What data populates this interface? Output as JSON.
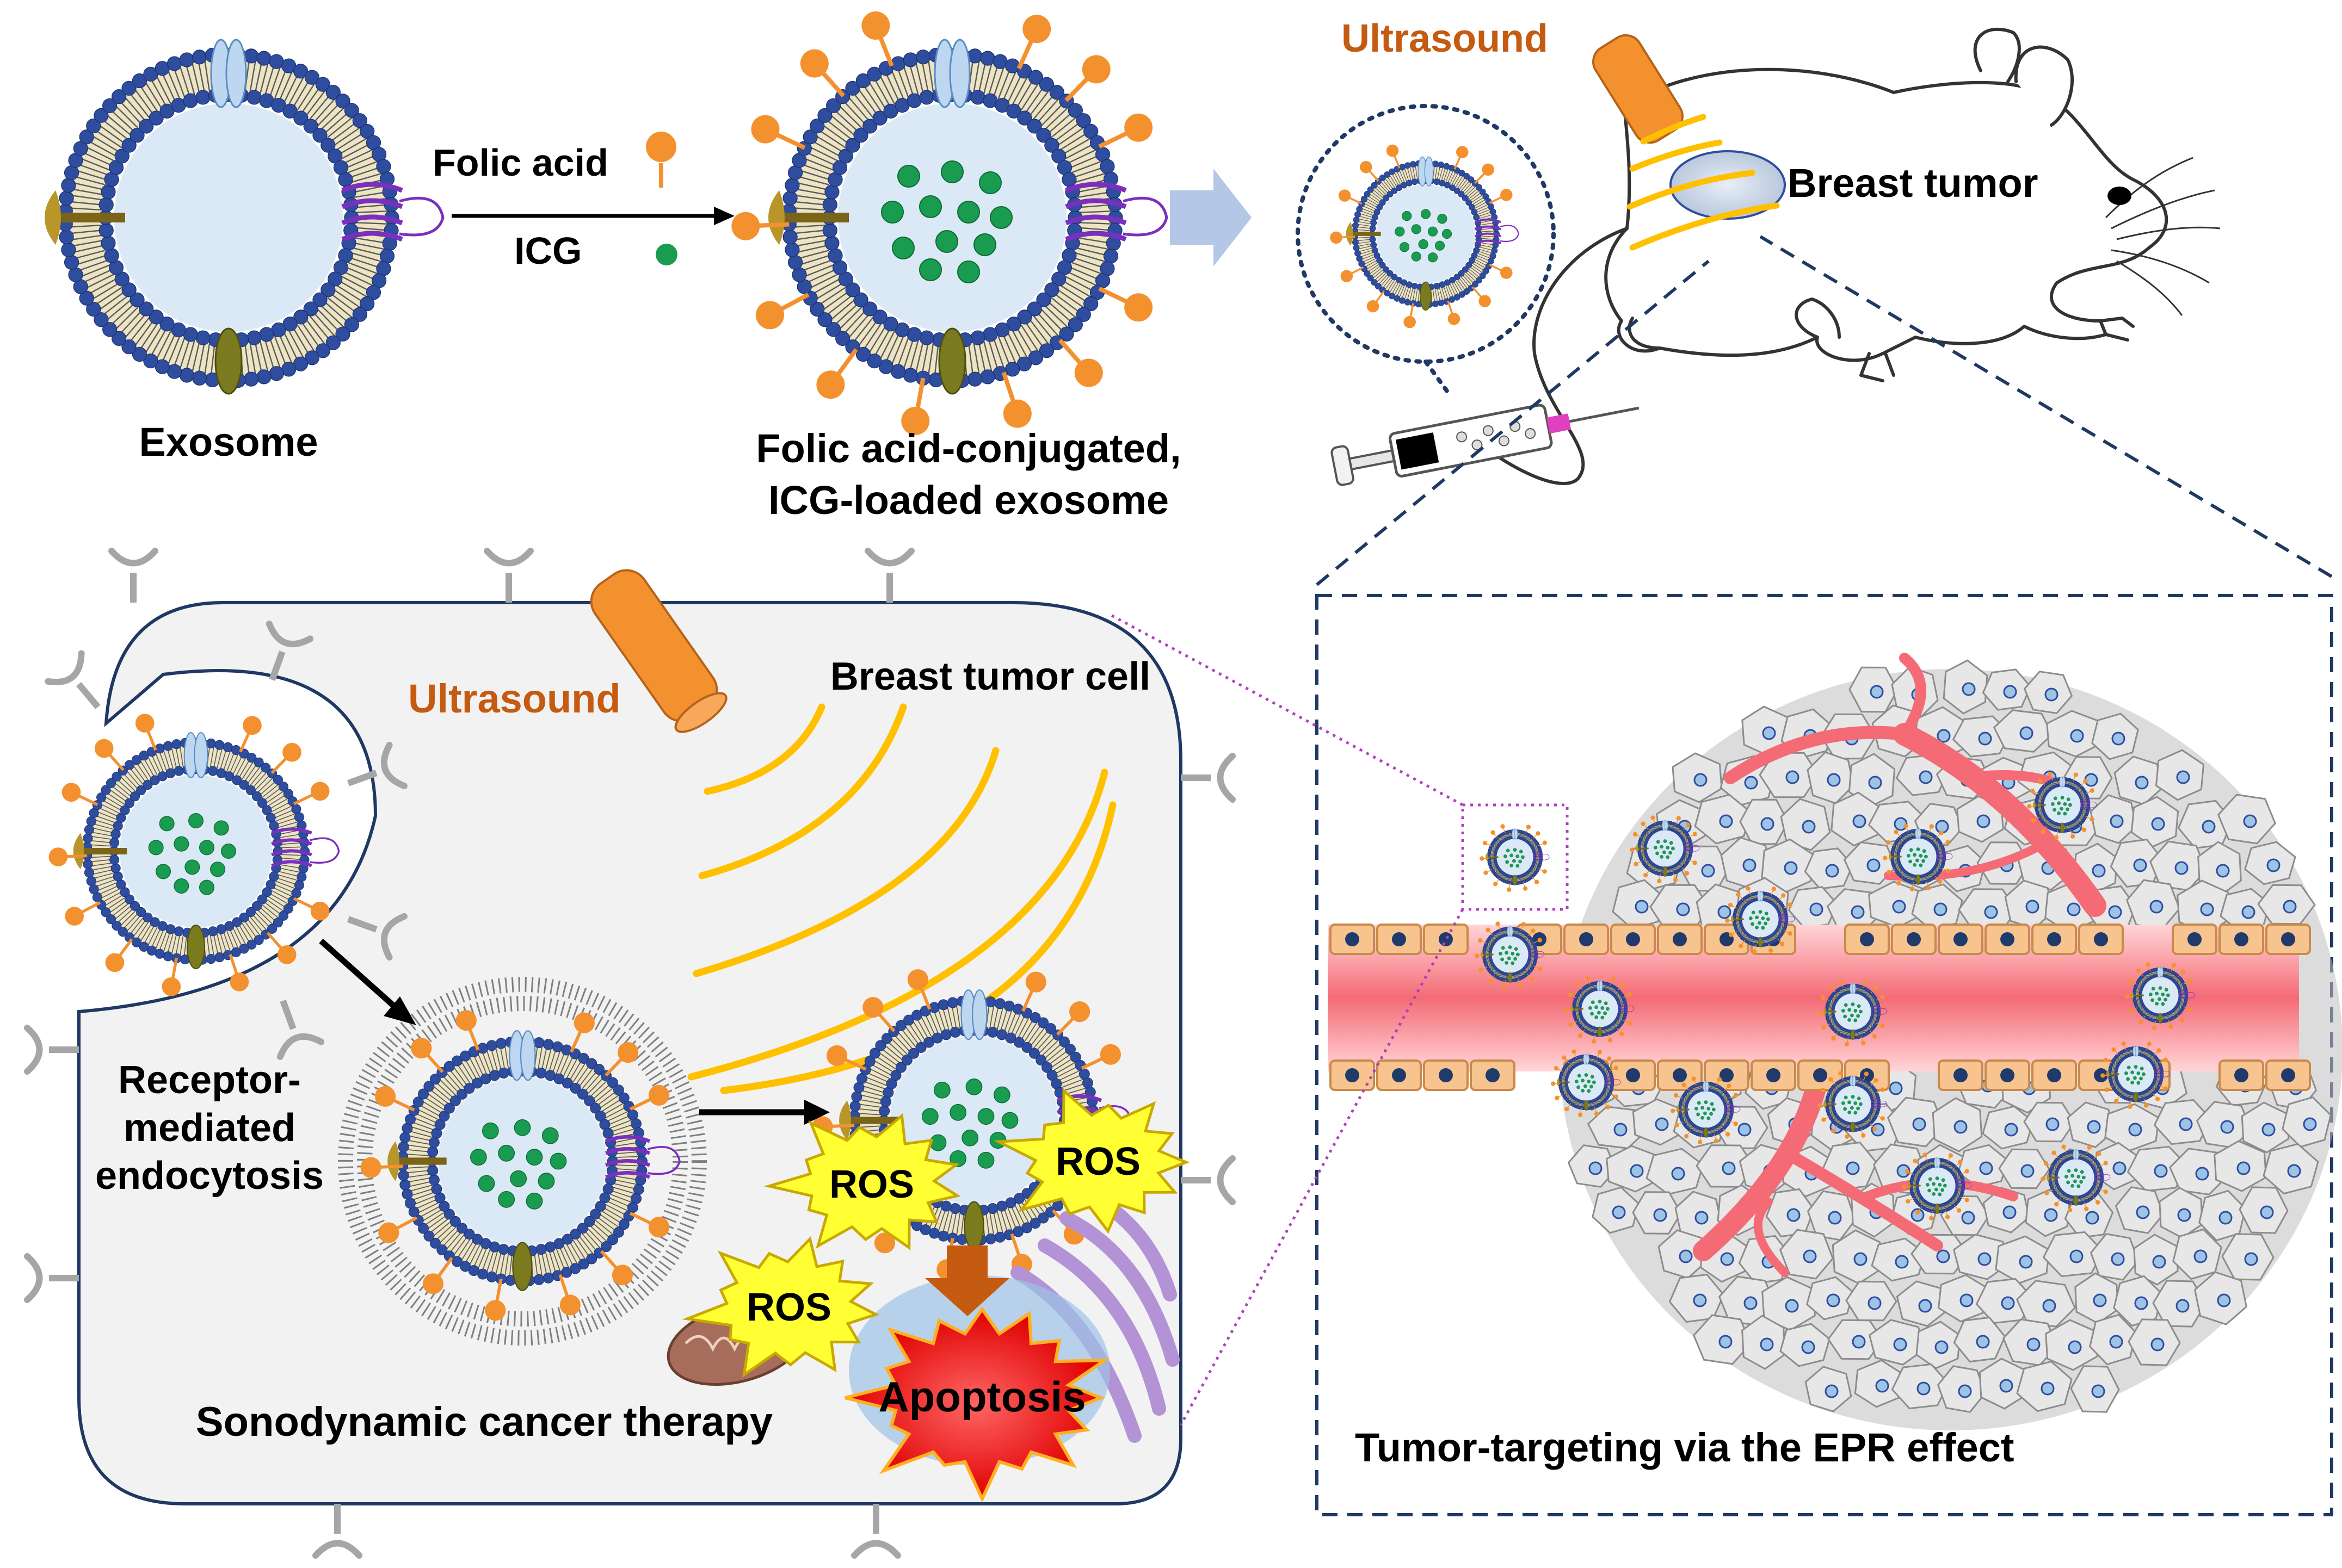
{
  "labels": {
    "folic_acid": "Folic acid",
    "icg": "ICG",
    "exosome": "Exosome",
    "loaded_line1": "Folic acid-conjugated,",
    "loaded_line2": "ICG-loaded exosome",
    "ultrasound_top": "Ultrasound",
    "breast_tumor": "Breast tumor",
    "ultrasound_cell": "Ultrasound",
    "breast_tumor_cell": "Breast tumor cell",
    "rme_line1": "Receptor-",
    "rme_line2": "mediated",
    "rme_line3": "endocytosis",
    "ros1": "ROS",
    "ros2": "ROS",
    "ros3": "ROS",
    "apoptosis": "Apoptosis",
    "sdt": "Sonodynamic cancer therapy",
    "epr": "Tumor-targeting via the EPR effect"
  },
  "colors": {
    "ultrasound_text": "#c55a11",
    "transducer": "#f4912f",
    "wave": "#ffc000",
    "membrane_head": "#2f4d9e",
    "lumen": "#dbe9f6",
    "icg": "#1a9c50",
    "folate": "#f4912f",
    "vessel": "#f46b75",
    "endothelial": "#f7c48f",
    "ros_burst": "#ffff33",
    "apoptosis_burst": "#ff2222",
    "cell_fill": "#f2f2f2",
    "dash_frame": "#1f3864"
  },
  "icons": {
    "mouse": "mouse-illustration",
    "syringe": "syringe-icon",
    "transducer": "ultrasound-transducer-icon",
    "mitochondrion": "mitochondrion-icon",
    "golgi": "golgi-apparatus-icon"
  }
}
